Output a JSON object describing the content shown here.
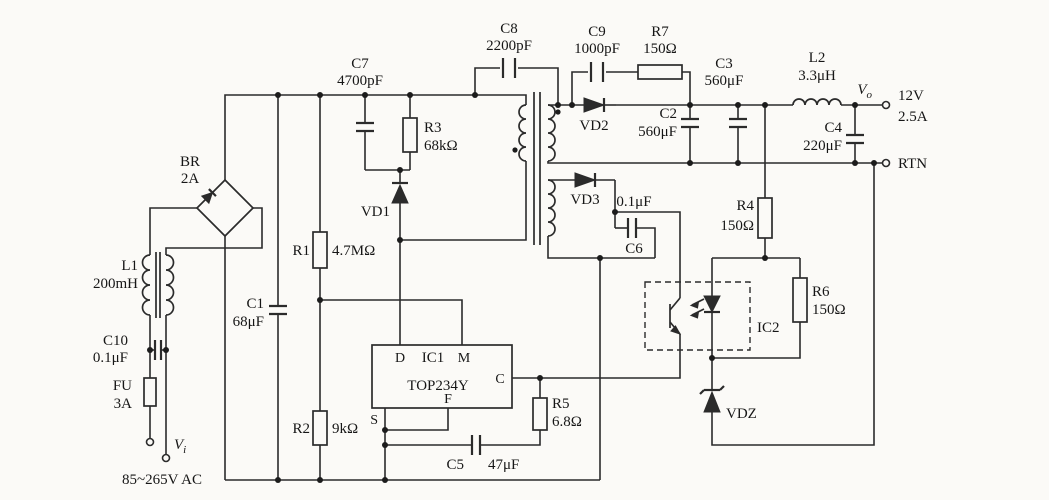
{
  "schematic": {
    "kind": "flyback switching power supply circuit",
    "controller": "TOP234Y"
  },
  "components": {
    "c1": {
      "ref": "C1",
      "value": "68μF"
    },
    "c2": {
      "ref": "C2",
      "value": "560μF"
    },
    "c3": {
      "ref": "C3",
      "value": "560μF"
    },
    "c4": {
      "ref": "C4",
      "value": "220μF"
    },
    "c5": {
      "ref": "C5",
      "value": "47μF"
    },
    "c6": {
      "ref": "C6",
      "value": "0.1μF"
    },
    "c7": {
      "ref": "C7",
      "value": "4700pF"
    },
    "c8": {
      "ref": "C8",
      "value": "2200pF"
    },
    "c9": {
      "ref": "C9",
      "value": "1000pF"
    },
    "c10": {
      "ref": "C10",
      "value": "0.1μF"
    },
    "r1": {
      "ref": "R1",
      "value": "4.7MΩ"
    },
    "r2": {
      "ref": "R2",
      "value": "9kΩ"
    },
    "r3": {
      "ref": "R3",
      "value": "68kΩ"
    },
    "r4": {
      "ref": "R4",
      "value": "150Ω"
    },
    "r5": {
      "ref": "R5",
      "value": "6.8Ω"
    },
    "r6": {
      "ref": "R6",
      "value": "150Ω"
    },
    "r7": {
      "ref": "R7",
      "value": "150Ω"
    },
    "l1": {
      "ref": "L1",
      "value": "200mH"
    },
    "l2": {
      "ref": "L2",
      "value": "3.3μH"
    },
    "br": {
      "ref": "BR",
      "value": "2A"
    },
    "fu": {
      "ref": "FU",
      "value": "3A"
    },
    "vd1": {
      "ref": "VD1"
    },
    "vd2": {
      "ref": "VD2"
    },
    "vd3": {
      "ref": "VD3"
    },
    "vdz": {
      "ref": "VDZ"
    },
    "ic1": {
      "ref": "IC1",
      "part": "TOP234Y"
    },
    "ic2": {
      "ref": "IC2"
    }
  },
  "ic1_pins": {
    "d": "D",
    "m": "M",
    "c": "C",
    "f": "F",
    "s": "S"
  },
  "io": {
    "output_name": "V",
    "output_sub": "o",
    "output_voltage": "12V",
    "output_current": "2.5A",
    "return_label": "RTN",
    "input_name": "V",
    "input_sub": "i",
    "input_range": "85~265V AC"
  }
}
